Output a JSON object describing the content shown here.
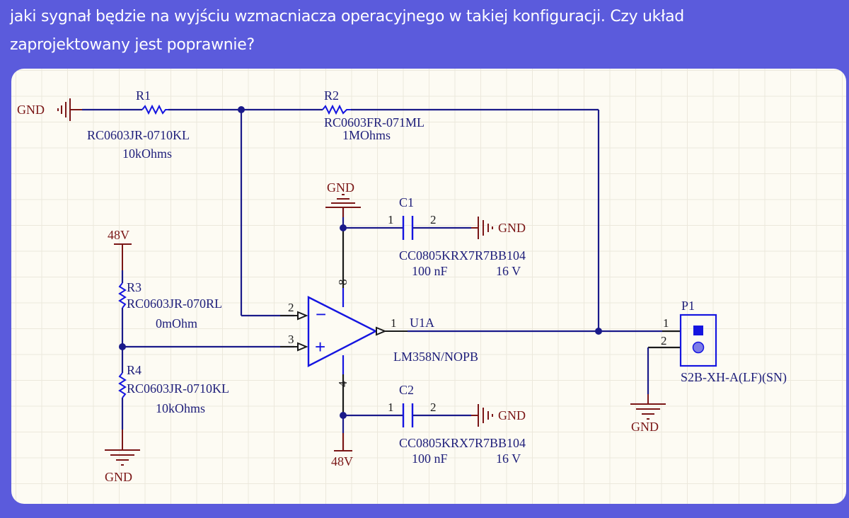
{
  "question": {
    "line1": "jaki sygnał będzie na wyjściu wzmacniacza operacyjnego w takiej konfiguracji. Czy układ",
    "line2": "zaprojektowany jest poprawnie?"
  },
  "colors": {
    "background": "#5b5bdc",
    "canvas": "#fdfbf3",
    "wire": "#1a1a8a",
    "component": "#1515e0",
    "power": "#7a1616",
    "pin_line": "#1a1a1a"
  },
  "schematic": {
    "gnd_label": "GND",
    "r1": {
      "ref": "R1",
      "part": "RC0603JR-0710KL",
      "value": "10kOhms"
    },
    "r2": {
      "ref": "R2",
      "part": "RC0603FR-071ML",
      "value": "1MOhms"
    },
    "r3": {
      "ref": "R3",
      "part": "RC0603JR-070RL",
      "value": "0mOhm"
    },
    "r4": {
      "ref": "R4",
      "part": "RC0603JR-0710KL",
      "value": "10kOhms"
    },
    "c1": {
      "ref": "C1",
      "part": "CC0805KRX7R7BB104",
      "value": "100 nF",
      "voltage": "16 V",
      "pin1": "1",
      "pin2": "2"
    },
    "c2": {
      "ref": "C2",
      "part": "CC0805KRX7R7BB104",
      "value": "100 nF",
      "voltage": "16 V",
      "pin1": "1",
      "pin2": "2"
    },
    "u1": {
      "ref": "U1A",
      "part": "LM358N/NOPB",
      "pin_inv": "2",
      "pin_noninv": "3",
      "pin_out": "1",
      "pin_vplus": "8",
      "pin_vminus": "4",
      "minus_sign": "−",
      "plus_sign": "+"
    },
    "p1": {
      "ref": "P1",
      "part": "S2B-XH-A(LF)(SN)",
      "pin1": "1",
      "pin2": "2"
    },
    "supply_48v": "48V"
  }
}
